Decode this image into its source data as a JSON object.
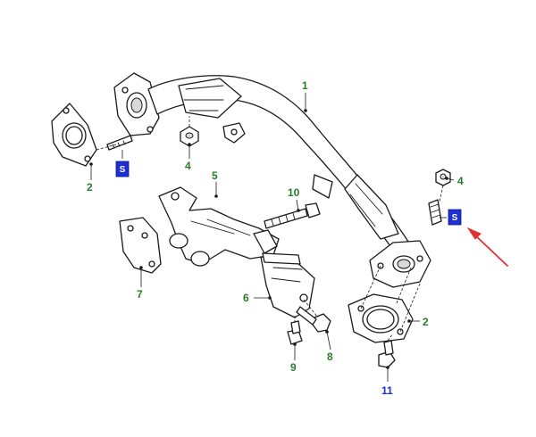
{
  "colors": {
    "callout_green": "#2a7a2a",
    "callout_blue": "#1a33b8",
    "badge_blue": "#1f2fd6",
    "arrow_red": "#e23030",
    "line": "#1a1a1a"
  },
  "callouts": {
    "c1": "1",
    "c2_left": "2",
    "c2_right": "2",
    "c4_left": "4",
    "c4_right": "4",
    "c5": "5",
    "c6": "6",
    "c7": "7",
    "c8": "8",
    "c9": "9",
    "c10": "10",
    "c11": "11"
  },
  "badges": {
    "b_left": "S",
    "b_right": "S"
  },
  "icons": {
    "pointer": "red-arrow-icon"
  }
}
